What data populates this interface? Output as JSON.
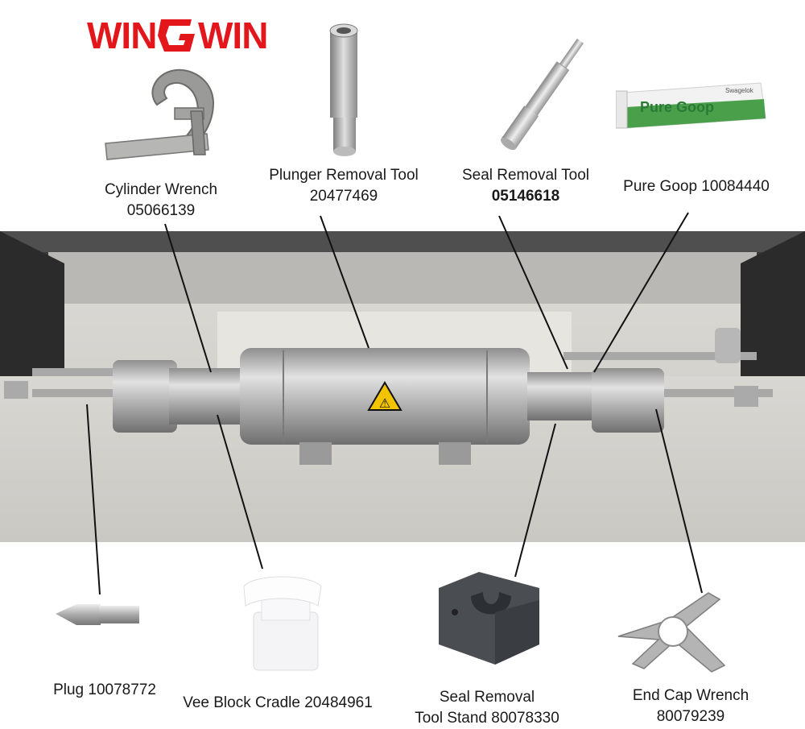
{
  "brand": {
    "logo_text": "WINGWIN",
    "logo_color": "#e3161b"
  },
  "labels": {
    "cylinder_wrench": {
      "name": "Cylinder Wrench",
      "part": "05066139"
    },
    "plunger_removal_tool": {
      "name": "Plunger Removal Tool",
      "part": "20477469"
    },
    "seal_removal_tool": {
      "name": "Seal Removal Tool",
      "part": "05146618"
    },
    "pure_goop": {
      "name": "Pure Goop 10084440"
    },
    "plug": {
      "name": "Plug 10078772"
    },
    "vee_block_cradle": {
      "name": "Vee Block Cradle 20484961"
    },
    "seal_removal_stand": {
      "name": "Seal Removal",
      "part": "Tool Stand 80078330"
    },
    "end_cap_wrench": {
      "name": "End Cap Wrench",
      "part": "80079239"
    }
  },
  "goop_tube": {
    "brand_small": "Swagelok",
    "product": "Pure Goop"
  },
  "warning_sign": "⚠"
}
